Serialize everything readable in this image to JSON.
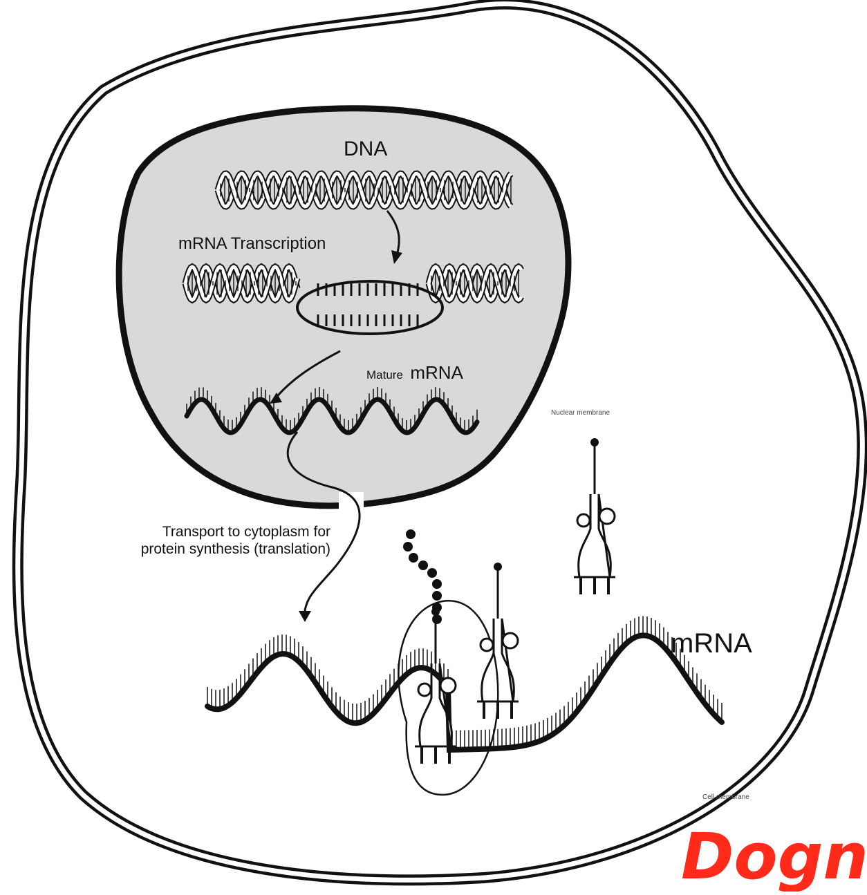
{
  "labels": {
    "dna": "DNA",
    "transcription": "mRNA Transcription",
    "mature_mrna_prefix": "Mature",
    "mature_mrna_suffix": "mRNA",
    "nuclear_membrane": "Nuclear membrane",
    "transport_line1": "Transport to cytoplasm for",
    "transport_line2": "protein synthesis (translation)",
    "mrna": "mRNA",
    "cell_membrane": "Cell membrane"
  },
  "watermark": {
    "text": "Dogn",
    "color": "#ff2a1a"
  },
  "colors": {
    "nucleus_fill": "#d9d9d9",
    "ink": "#111111",
    "background": "#ffffff"
  }
}
